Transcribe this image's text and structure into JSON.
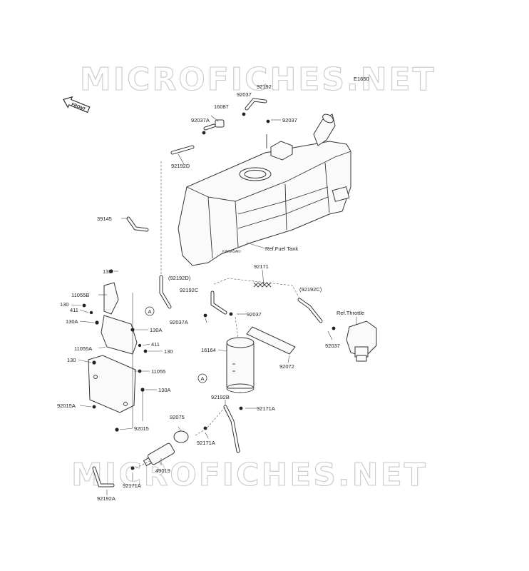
{
  "diagram": {
    "code": "E1650",
    "watermark": "MICROFICHES.NET",
    "front_label": "FRONT",
    "references": {
      "fuel_tank": "Ref.Fuel Tank",
      "throttle": "Ref.Throttle"
    },
    "marker": "A",
    "callouts": {
      "p92192_top": "92192",
      "p92037_a": "92037",
      "p92037_b": "92037",
      "p16087": "16087",
      "p92037A_top": "92037A",
      "p92192D": "92192D",
      "p39145": "39145",
      "p92171": "92171",
      "p92192D_paren": "(92192D)",
      "p92192C": "92192C",
      "p92192C_paren": "(92192C)",
      "p92037_mid": "92037",
      "p92037A_mid": "92037A",
      "p92037_right": "92037",
      "p16164": "16164",
      "p92072": "92072",
      "p92192B": "92192B",
      "p92171A_right": "92171A",
      "p92075": "92075",
      "p92171A_mid": "92171A",
      "p49019": "49019",
      "p92171A_low": "92171A",
      "p92192A": "92192A",
      "p130_top": "130",
      "p11055B": "11055B",
      "p130_left": "130",
      "p411_left": "411",
      "p130A_left": "130A",
      "p130A_right": "130A",
      "p411_right": "411",
      "p130_right": "130",
      "p11055A": "11055A",
      "p130_low": "130",
      "p11055": "11055",
      "p130A_low": "130A",
      "p92015A": "92015A",
      "p92015": "92015"
    }
  }
}
